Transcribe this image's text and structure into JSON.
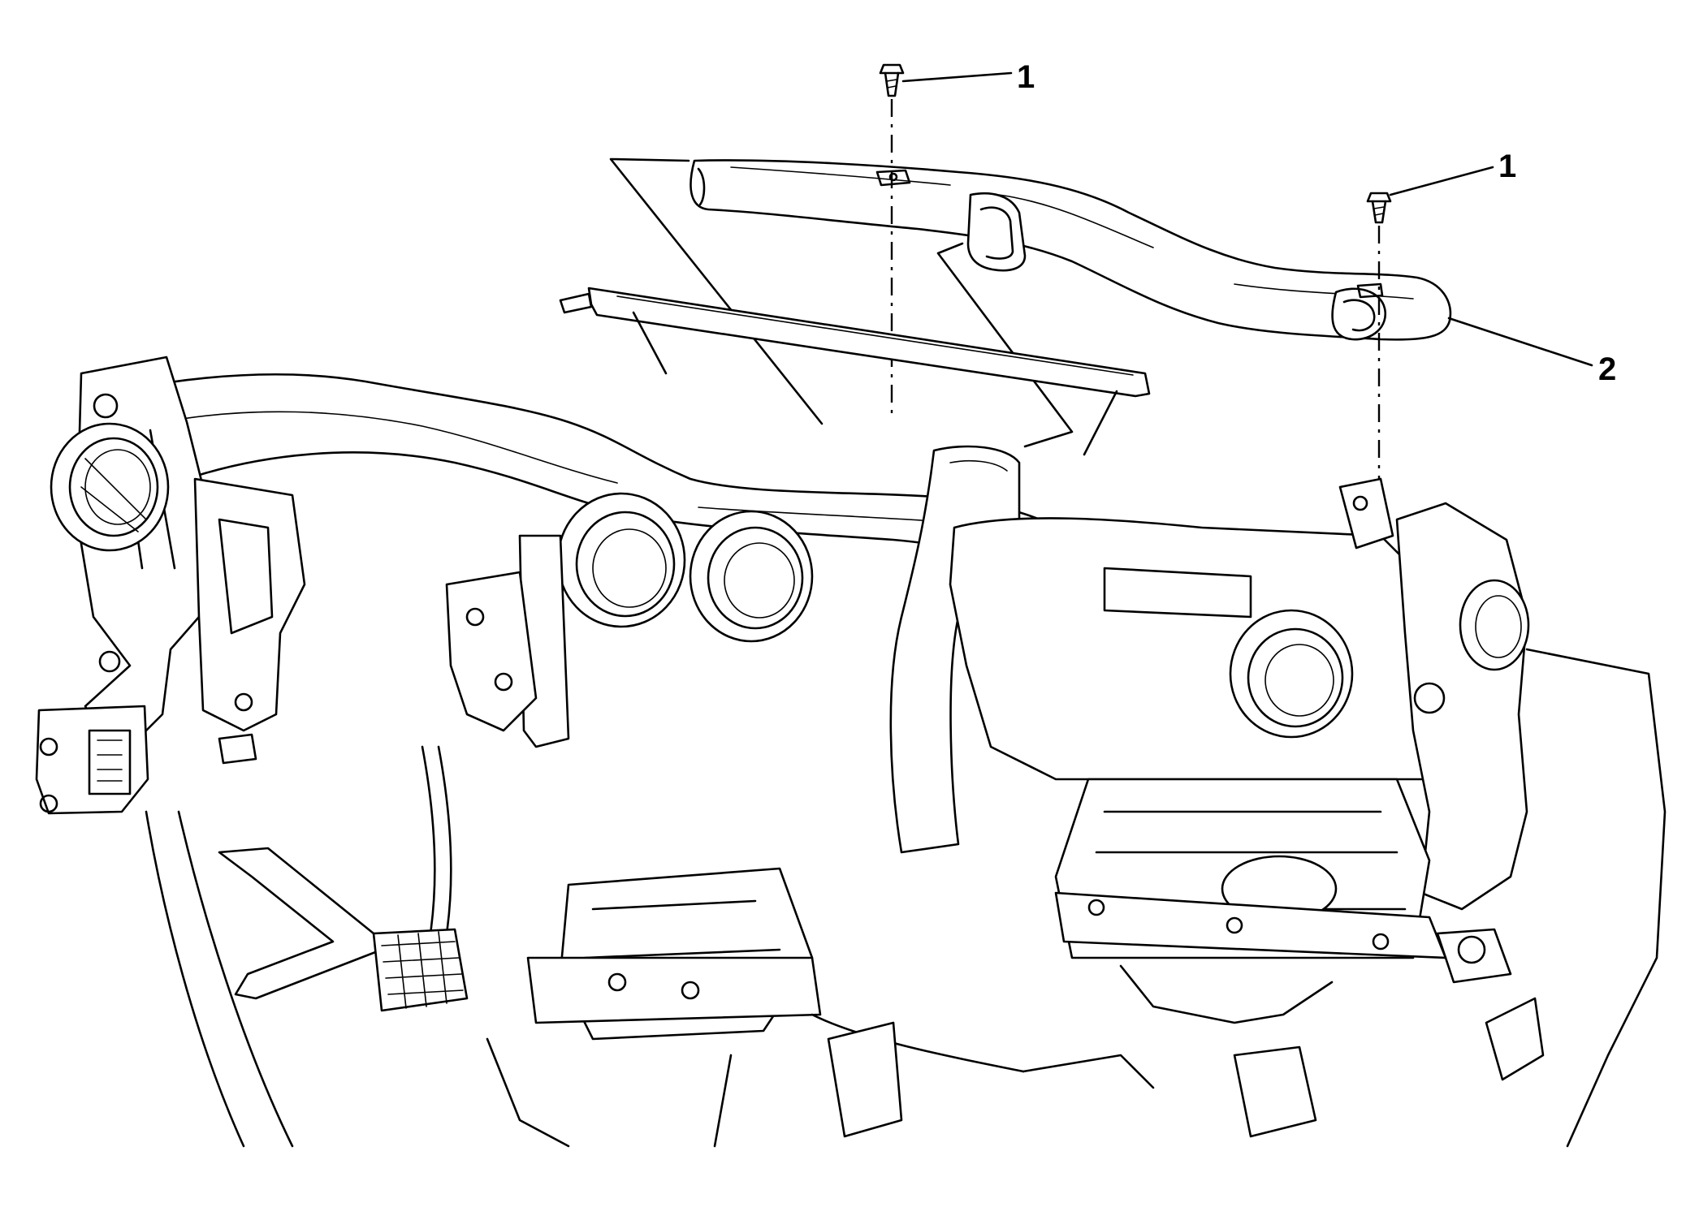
{
  "diagram": {
    "callouts": [
      {
        "id": "screw-left",
        "number": "1"
      },
      {
        "id": "screw-right",
        "number": "1"
      },
      {
        "id": "duct",
        "number": "2"
      }
    ]
  }
}
